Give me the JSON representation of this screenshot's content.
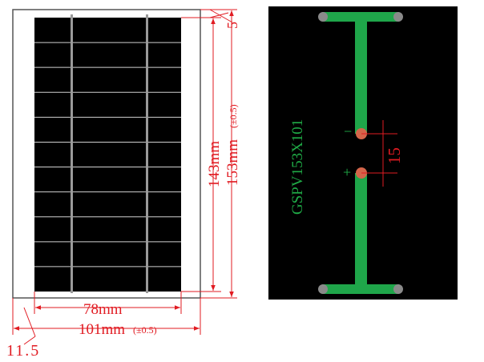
{
  "panel_view": {
    "dimensions": {
      "inner_width": "78mm",
      "outer_width": "101mm",
      "outer_width_tolerance": "(±0.5)",
      "inner_height": "143mm",
      "outer_height": "153mm",
      "outer_height_tolerance": "(±0.5)",
      "top_margin": "5",
      "left_margin": "11.5"
    },
    "cell_rows": 11,
    "busbars": 2
  },
  "pcb_view": {
    "model": "GSPV153X101",
    "minus_label": "−",
    "plus_label": "+",
    "pad_spacing": "15"
  },
  "colors": {
    "dimension": "#e11b22",
    "trace": "#1fa64a",
    "pad": "#d4654a",
    "board": "#000000",
    "cell": "#000000",
    "frame": "#555555"
  }
}
